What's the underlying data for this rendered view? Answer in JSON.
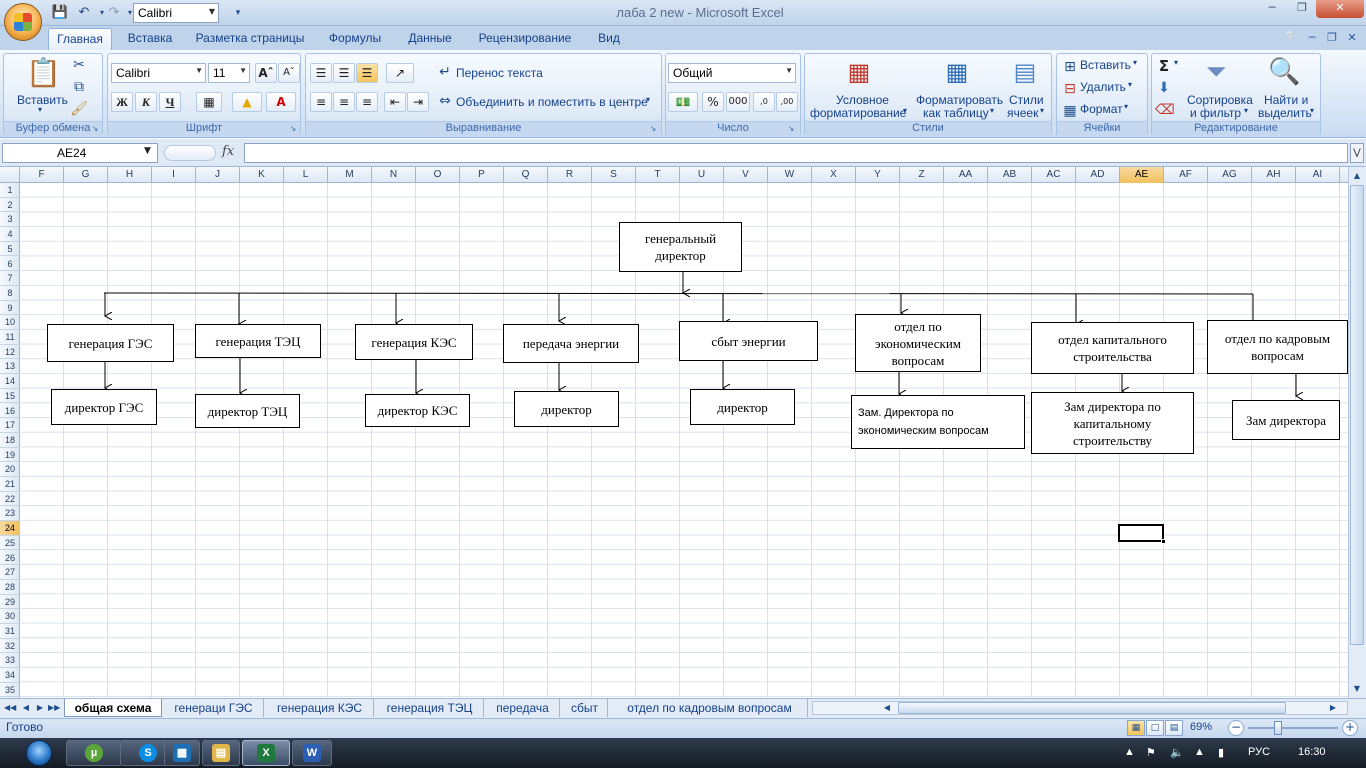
{
  "window": {
    "title": "лаба 2 new - Microsoft Excel",
    "font_combo": "Calibri"
  },
  "tabs": [
    "Главная",
    "Вставка",
    "Разметка страницы",
    "Формулы",
    "Данные",
    "Рецензирование",
    "Вид"
  ],
  "ribbon": {
    "clipboard": {
      "paste_label": "Вставить",
      "group_label": "Буфер обмена"
    },
    "font": {
      "font_name": "Calibri",
      "font_size": "11",
      "bold": "Ж",
      "italic": "К",
      "underline": "Ч",
      "group_label": "Шрифт"
    },
    "alignment": {
      "wrap_label": "Перенос текста",
      "merge_label": "Объединить и поместить в центре",
      "group_label": "Выравнивание"
    },
    "number": {
      "format": "Общий",
      "percent": "%",
      "thousands": "000",
      "group_label": "Число"
    },
    "styles": {
      "cond_line1": "Условное",
      "cond_line2": "форматирование",
      "table_line1": "Форматировать",
      "table_line2": "как таблицу",
      "cell_line1": "Стили",
      "cell_line2": "ячеек",
      "group_label": "Стили"
    },
    "cells": {
      "insert_label": "Вставить",
      "delete_label": "Удалить",
      "format_label": "Формат",
      "group_label": "Ячейки"
    },
    "editing": {
      "sigma": "Σ",
      "sort_line1": "Сортировка",
      "sort_line2": "и фильтр",
      "find_line1": "Найти и",
      "find_line2": "выделить",
      "group_label": "Редактирование"
    }
  },
  "formula_bar": {
    "name_box": "AE24",
    "fx": "fx",
    "formula": ""
  },
  "columns": [
    "F",
    "G",
    "H",
    "I",
    "J",
    "K",
    "L",
    "M",
    "N",
    "O",
    "P",
    "Q",
    "R",
    "S",
    "T",
    "U",
    "V",
    "W",
    "X",
    "Y",
    "Z",
    "AA",
    "AB",
    "AC",
    "AD",
    "AE",
    "AF",
    "AG",
    "AH",
    "AI"
  ],
  "selected_column": "AE",
  "rows": [
    "1",
    "2",
    "3",
    "4",
    "5",
    "6",
    "7",
    "8",
    "9",
    "10",
    "11",
    "12",
    "13",
    "14",
    "15",
    "16",
    "17",
    "18",
    "19",
    "20",
    "21",
    "22",
    "23",
    "24",
    "25",
    "26",
    "27",
    "28",
    "29",
    "30",
    "31",
    "32",
    "33",
    "34",
    "35"
  ],
  "selected_row": "24",
  "org_chart": {
    "root": "генеральный директор",
    "departments": [
      "генерация ГЭС",
      "генерация ТЭЦ",
      "генерация КЭС",
      "передача энергии",
      "сбыт энергии",
      "отдел по экономическим вопросам",
      "отдел капитального строительства",
      "отдел по кадровым вопросам"
    ],
    "heads": [
      "директор ГЭС",
      "директор ТЭЦ",
      "директор КЭС",
      "директор",
      "директор",
      "Зам. Директора по экономическим вопросам",
      "Зам директора по капитальному строительству",
      "Зам директора"
    ]
  },
  "sheet_tabs": [
    "общая схема",
    "генераци ГЭС",
    "генерация КЭС",
    "генерация ТЭЦ",
    "передача",
    "сбыт",
    "отдел по кадровым вопросам"
  ],
  "active_sheet": "общая схема",
  "status": {
    "ready": "Готово",
    "zoom": "69%"
  },
  "taskbar": {
    "language": "РУС",
    "time": "16:30"
  }
}
